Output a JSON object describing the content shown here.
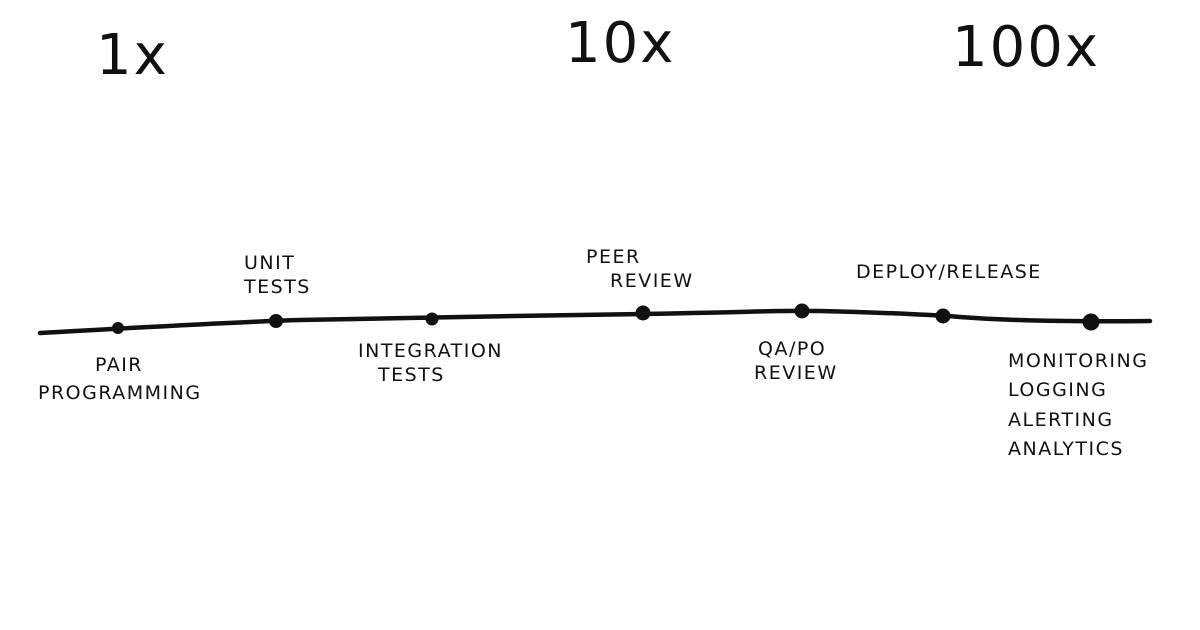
{
  "multipliers": {
    "low": "1x",
    "mid": "10x",
    "high": "100x"
  },
  "stages": {
    "pair_programming": [
      "PAIR",
      "PROGRAMMING"
    ],
    "unit_tests": [
      "UNIT",
      "TESTS"
    ],
    "integration_tests": [
      "INTEGRATION",
      "TESTS"
    ],
    "peer_review": [
      "PEER",
      "REVIEW"
    ],
    "qa_po_review": [
      "QA/PO",
      "REVIEW"
    ],
    "deploy_release": [
      "DEPLOY/RELEASE"
    ],
    "monitoring": [
      "MONITORING",
      "LOGGING",
      "ALERTING",
      "ANALYTICS"
    ]
  },
  "colors": {
    "ink": "#111111",
    "paper": "#ffffff"
  }
}
